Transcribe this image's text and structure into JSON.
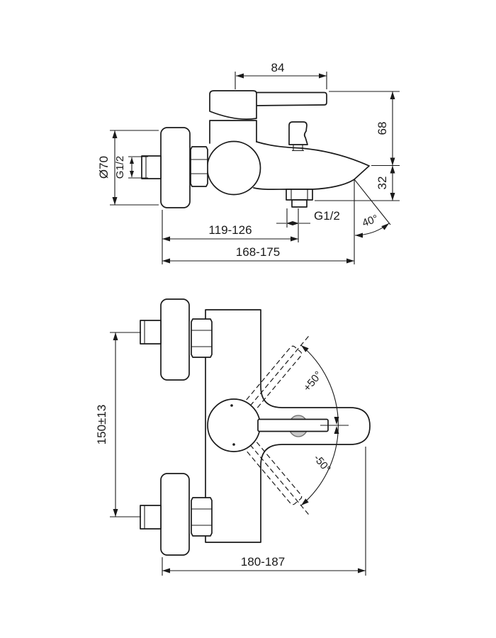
{
  "drawing": {
    "description": "Technical installation dimension drawing of a wall-mounted single-lever bath shower mixer tap, two orthographic views",
    "colors": {
      "line": "#1a1a1a",
      "background": "#ffffff",
      "diverter_fill": "#c9c9c9"
    },
    "side_view": {
      "dims": {
        "handle_length": "84",
        "height_to_spout": "68",
        "spout_drop": "32",
        "escutcheon_diameter": "Ø70",
        "inlet_thread": "G1/2",
        "outlet_thread": "G1/2",
        "wall_to_outlet": "119-126",
        "wall_to_spout_tip": "168-175",
        "spout_angle": "40°"
      }
    },
    "plan_view": {
      "dims": {
        "inlet_spacing": "150±13",
        "handle_swing_up": "+50°",
        "handle_swing_down": "-50°",
        "overall_depth": "180-187"
      }
    }
  }
}
